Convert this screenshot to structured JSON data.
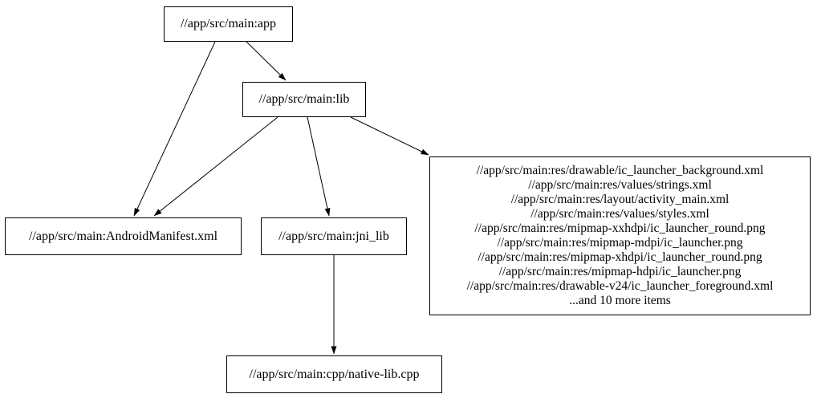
{
  "diagram": {
    "type": "dependency-graph",
    "nodes": {
      "app": {
        "label": "//app/src/main:app"
      },
      "lib": {
        "label": "//app/src/main:lib"
      },
      "manifest": {
        "label": "//app/src/main:AndroidManifest.xml"
      },
      "jni_lib": {
        "label": "//app/src/main:jni_lib"
      },
      "resources": {
        "lines": [
          "//app/src/main:res/drawable/ic_launcher_background.xml",
          "//app/src/main:res/values/strings.xml",
          "//app/src/main:res/layout/activity_main.xml",
          "//app/src/main:res/values/styles.xml",
          "//app/src/main:res/mipmap-xxhdpi/ic_launcher_round.png",
          "//app/src/main:res/mipmap-mdpi/ic_launcher.png",
          "//app/src/main:res/mipmap-xhdpi/ic_launcher_round.png",
          "//app/src/main:res/mipmap-hdpi/ic_launcher.png",
          "//app/src/main:res/drawable-v24/ic_launcher_foreground.xml",
          "...and 10 more items"
        ]
      },
      "native_cpp": {
        "label": "//app/src/main:cpp/native-lib.cpp"
      }
    },
    "edges": [
      {
        "from": "app",
        "to": "lib"
      },
      {
        "from": "app",
        "to": "manifest"
      },
      {
        "from": "lib",
        "to": "manifest"
      },
      {
        "from": "lib",
        "to": "jni_lib"
      },
      {
        "from": "lib",
        "to": "resources"
      },
      {
        "from": "jni_lib",
        "to": "native_cpp"
      }
    ],
    "colors": {
      "background": "#ffffff",
      "node_border": "#000000",
      "edge": "#000000",
      "text": "#000000"
    }
  }
}
